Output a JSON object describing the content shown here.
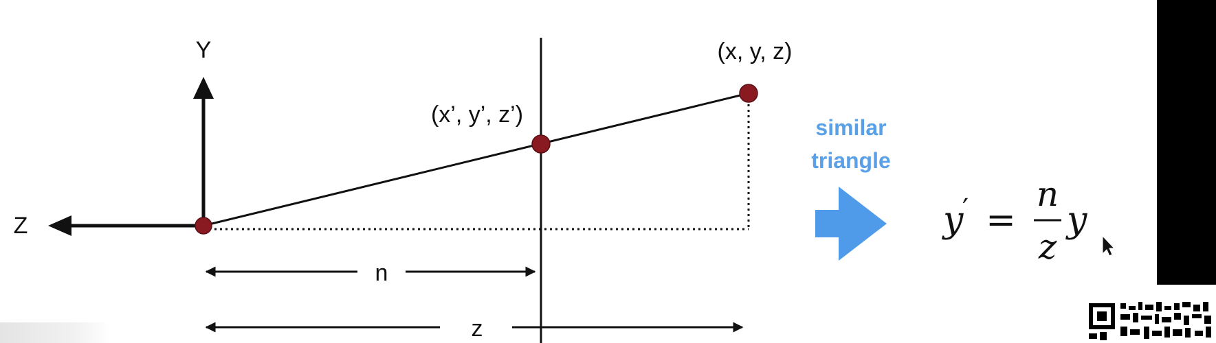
{
  "diagram": {
    "axis_y_label": "Y",
    "axis_z_label": "Z",
    "point_far_label": "(x, y, z)",
    "point_near_label": "(x’, y’, z’)",
    "dist_n_label": "n",
    "dist_z_label": "z",
    "caption_line1": "similar",
    "caption_line2": "triangle",
    "formula": {
      "lhs_var": "y",
      "lhs_prime": "′",
      "equals": "=",
      "numerator": "n",
      "denominator": "z",
      "rhs_var": "y"
    }
  },
  "colors": {
    "point": "#8a1a22",
    "caption": "#5aa0e6",
    "arrow": "#4f9bea",
    "line": "#111111"
  },
  "icons": [
    "mouse-cursor-icon",
    "qr-code-icon",
    "big-right-arrow-icon"
  ]
}
